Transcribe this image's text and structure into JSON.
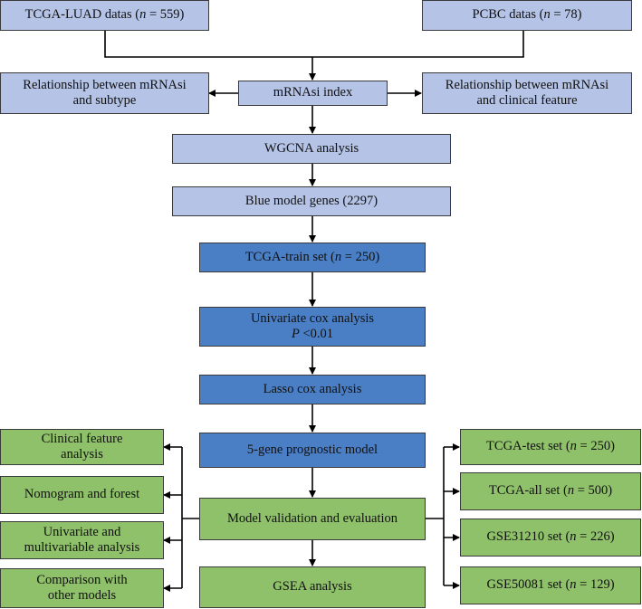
{
  "sources": {
    "tcga_luad": {
      "prefix": "TCGA-LUAD datas (",
      "var": "n",
      "rest": " = 559)"
    },
    "pcbc": {
      "prefix": "PCBC datas (",
      "var": "n",
      "rest": " = 78)"
    }
  },
  "mrnasi_index": "mRNAsi index",
  "rel_subtype": {
    "line1": "Relationship between mRNAsi",
    "line2": "and subtype"
  },
  "rel_clinical": {
    "line1": "Relationship between mRNAsi",
    "line2": "and clinical feature"
  },
  "wgcna": "WGCNA analysis",
  "blue_module": "Blue model genes (2297)",
  "train_set": {
    "prefix": "TCGA-train set (",
    "var": "n",
    "rest": " = 250)"
  },
  "univariate_cox": {
    "line1": "Univariate cox analysis",
    "p_var": "P",
    "p_rest": " <0.01"
  },
  "lasso": "Lasso cox analysis",
  "prognostic_model": "5-gene prognostic model",
  "validation": "Model validation and evaluation",
  "gsea": "GSEA analysis",
  "left_outputs": [
    {
      "line1": "Clinical feature",
      "line2": "analysis"
    },
    {
      "line1": "Nomogram and forest",
      "line2": ""
    },
    {
      "line1": "Univariate and",
      "line2": "multivariable analysis"
    },
    {
      "line1": "Comparison with",
      "line2": "other models"
    }
  ],
  "right_outputs": [
    {
      "prefix": "TCGA-test set (",
      "var": "n",
      "rest": " = 250)"
    },
    {
      "prefix": "TCGA-all set (",
      "var": "n",
      "rest": " = 500)"
    },
    {
      "prefix": "GSE31210 set (",
      "var": "n",
      "rest": " = 226)"
    },
    {
      "prefix": "GSE50081 set (",
      "var": "n",
      "rest": " = 129)"
    }
  ],
  "colors": {
    "lavender": "#b4c3e6",
    "blue": "#4a7fc6",
    "green": "#8fc06a",
    "line": "#000000"
  }
}
